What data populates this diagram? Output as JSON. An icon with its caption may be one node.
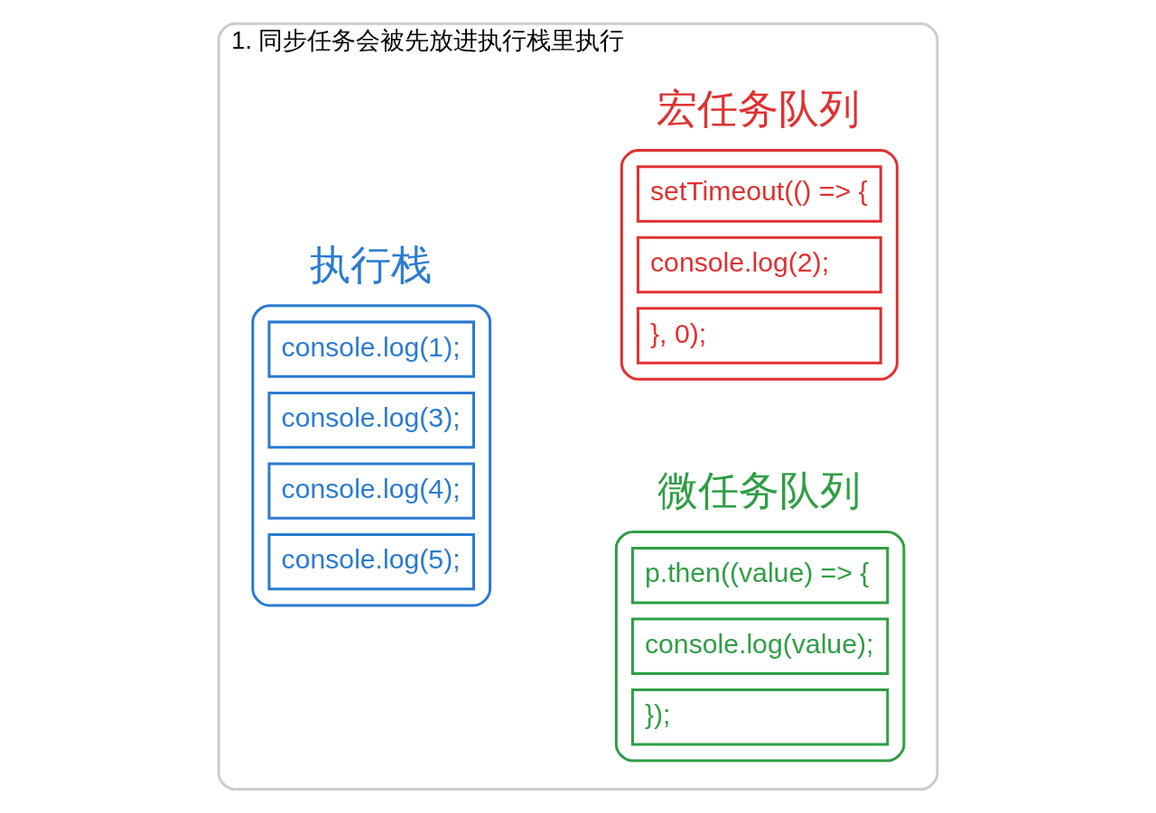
{
  "diagram": {
    "nodes": [
      {
        "text": [
          "1. 同步任务会被先放进执行栈里执行"
        ]
      },
      {
        "text": [
          "执行栈",
          "console.log(1);",
          "console.log(3);",
          "console.log(4);",
          "console.log(5);"
        ],
        "in": 0
      },
      {
        "text": [
          "微任务队列",
          "p.then((value) => {",
          "console.log(value);",
          "});"
        ],
        "in": 0
      },
      {
        "text": [
          "宏任务队列",
          "setTimeout(() => {",
          "console.log(2);",
          "}, 0);"
        ],
        "in": 0
      }
    ],
    "edges": []
  }
}
